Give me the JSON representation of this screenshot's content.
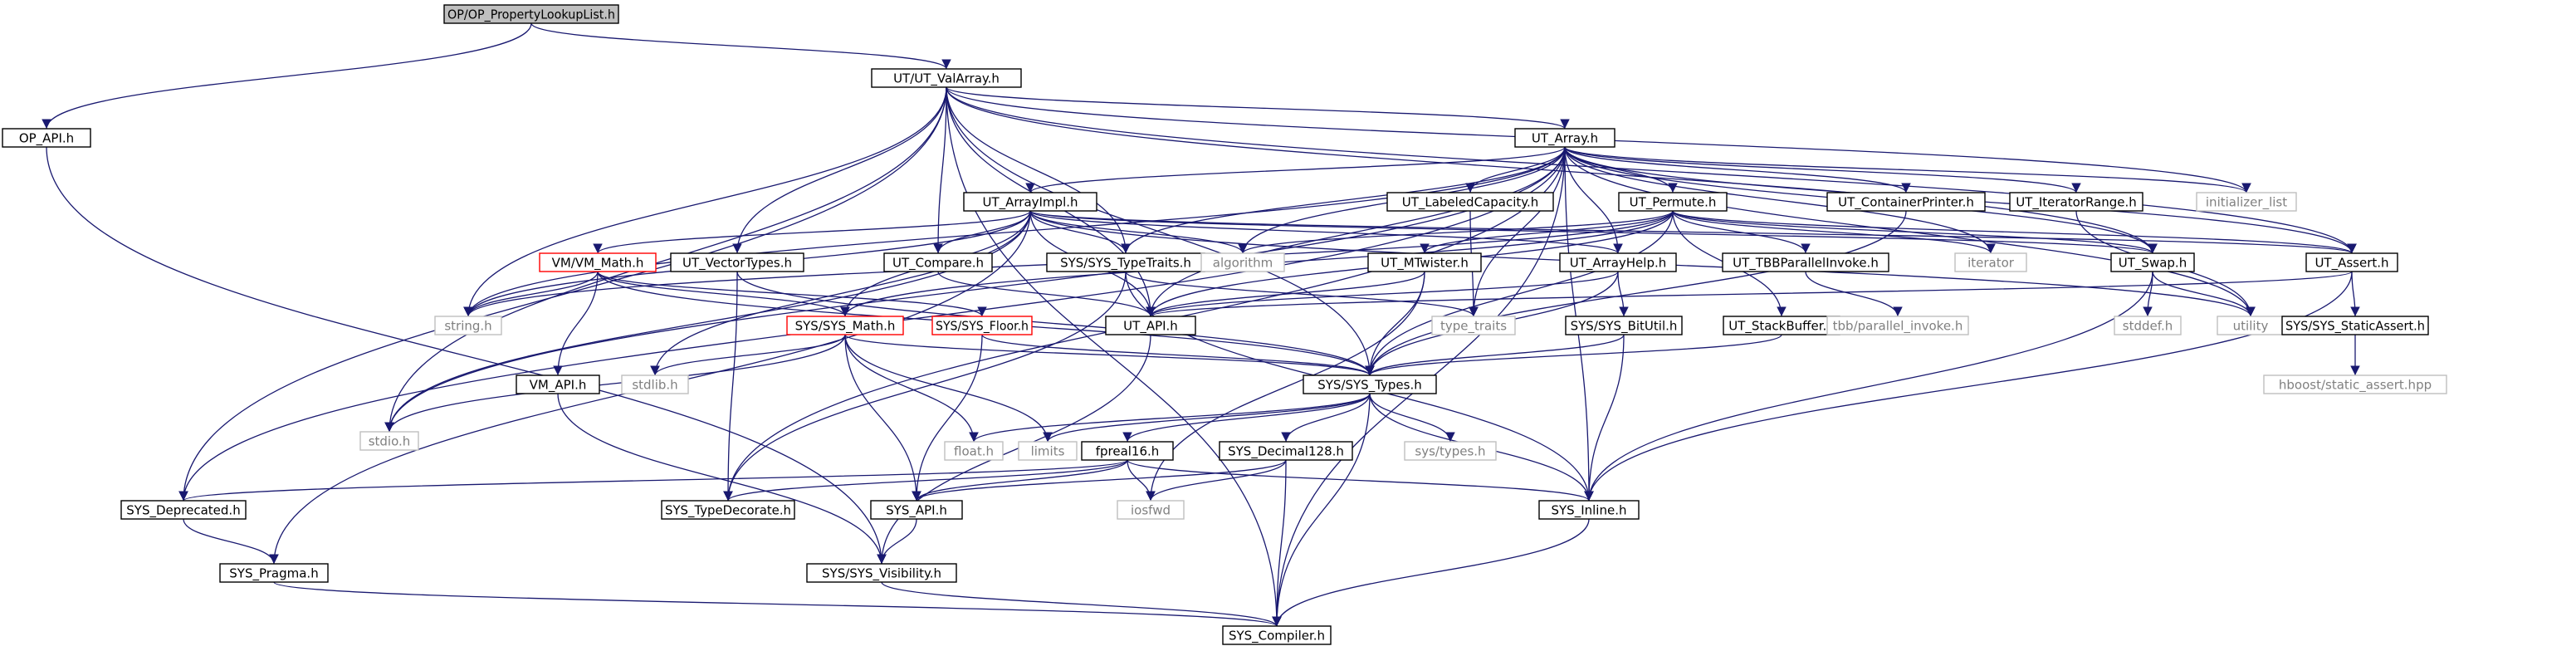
{
  "colors": {
    "edge": "#191970",
    "normal_border": "#000000",
    "normal_text": "#000000",
    "missing_border": "#bfbfbf",
    "missing_text": "#808080",
    "truncated_border": "#ff0000",
    "root_fill": "#bfbfbf",
    "fill": "#ffffff"
  },
  "nodes": [
    {
      "id": "root",
      "label": "OP/OP_PropertyLookupList.h",
      "kind": "root"
    },
    {
      "id": "op_api",
      "label": "OP_API.h",
      "kind": "normal"
    },
    {
      "id": "valarray",
      "label": "UT/UT_ValArray.h",
      "kind": "normal"
    },
    {
      "id": "ut_array",
      "label": "UT_Array.h",
      "kind": "normal"
    },
    {
      "id": "sys_deprecated",
      "label": "SYS_Deprecated.h",
      "kind": "normal"
    },
    {
      "id": "stdio",
      "label": "stdio.h",
      "kind": "missing"
    },
    {
      "id": "string",
      "label": "string.h",
      "kind": "missing"
    },
    {
      "id": "arrayimpl",
      "label": "UT_ArrayImpl.h",
      "kind": "normal"
    },
    {
      "id": "vectortypes",
      "label": "UT_VectorTypes.h",
      "kind": "normal"
    },
    {
      "id": "compare",
      "label": "UT_Compare.h",
      "kind": "normal"
    },
    {
      "id": "typetraits",
      "label": "SYS/SYS_TypeTraits.h",
      "kind": "normal"
    },
    {
      "id": "ut_api",
      "label": "UT_API.h",
      "kind": "normal"
    },
    {
      "id": "labeledcap",
      "label": "UT_LabeledCapacity.h",
      "kind": "normal"
    },
    {
      "id": "permute",
      "label": "UT_Permute.h",
      "kind": "normal"
    },
    {
      "id": "containerprinter",
      "label": "UT_ContainerPrinter.h",
      "kind": "normal"
    },
    {
      "id": "iteratorrange",
      "label": "UT_IteratorRange.h",
      "kind": "normal"
    },
    {
      "id": "init_list",
      "label": "initializer_list",
      "kind": "missing"
    },
    {
      "id": "swap",
      "label": "UT_Swap.h",
      "kind": "normal"
    },
    {
      "id": "assert",
      "label": "UT_Assert.h",
      "kind": "normal"
    },
    {
      "id": "utility",
      "label": "utility",
      "kind": "missing"
    },
    {
      "id": "iterator",
      "label": "iterator",
      "kind": "missing"
    },
    {
      "id": "algorithm",
      "label": "algorithm",
      "kind": "missing"
    },
    {
      "id": "vm_math",
      "label": "VM/VM_Math.h",
      "kind": "truncated"
    },
    {
      "id": "mtwister",
      "label": "UT_MTwister.h",
      "kind": "normal"
    },
    {
      "id": "arrayhelp",
      "label": "UT_ArrayHelp.h",
      "kind": "normal"
    },
    {
      "id": "tbbparallel",
      "label": "UT_TBBParallelInvoke.h",
      "kind": "normal"
    },
    {
      "id": "type_traits",
      "label": "type_traits",
      "kind": "missing"
    },
    {
      "id": "sys_math",
      "label": "SYS/SYS_Math.h",
      "kind": "truncated"
    },
    {
      "id": "sys_floor",
      "label": "SYS/SYS_Floor.h",
      "kind": "truncated"
    },
    {
      "id": "sys_bitutil",
      "label": "SYS/SYS_BitUtil.h",
      "kind": "normal"
    },
    {
      "id": "stackbuffer",
      "label": "UT_StackBuffer.h",
      "kind": "normal"
    },
    {
      "id": "tbb_invoke",
      "label": "tbb/parallel_invoke.h",
      "kind": "missing"
    },
    {
      "id": "stddef",
      "label": "stddef.h",
      "kind": "missing"
    },
    {
      "id": "staticassert",
      "label": "SYS/SYS_StaticAssert.h",
      "kind": "normal"
    },
    {
      "id": "stdlib",
      "label": "stdlib.h",
      "kind": "missing"
    },
    {
      "id": "vm_api",
      "label": "VM_API.h",
      "kind": "normal"
    },
    {
      "id": "sys_types",
      "label": "SYS/SYS_Types.h",
      "kind": "normal"
    },
    {
      "id": "hboost",
      "label": "hboost/static_assert.hpp",
      "kind": "missing"
    },
    {
      "id": "float",
      "label": "float.h",
      "kind": "missing"
    },
    {
      "id": "limits",
      "label": "limits",
      "kind": "missing"
    },
    {
      "id": "fpreal16",
      "label": "fpreal16.h",
      "kind": "normal"
    },
    {
      "id": "decimal128",
      "label": "SYS_Decimal128.h",
      "kind": "normal"
    },
    {
      "id": "systypes_h",
      "label": "sys/types.h",
      "kind": "missing"
    },
    {
      "id": "typedecorate",
      "label": "SYS_TypeDecorate.h",
      "kind": "normal"
    },
    {
      "id": "sys_api",
      "label": "SYS_API.h",
      "kind": "normal"
    },
    {
      "id": "iosfwd",
      "label": "iosfwd",
      "kind": "missing"
    },
    {
      "id": "sys_inline",
      "label": "SYS_Inline.h",
      "kind": "normal"
    },
    {
      "id": "sys_pragma",
      "label": "SYS_Pragma.h",
      "kind": "normal"
    },
    {
      "id": "visibility",
      "label": "SYS/SYS_Visibility.h",
      "kind": "normal"
    },
    {
      "id": "compiler",
      "label": "SYS_Compiler.h",
      "kind": "normal"
    }
  ],
  "edges": [
    [
      "root",
      "op_api"
    ],
    [
      "root",
      "valarray"
    ],
    [
      "op_api",
      "visibility"
    ],
    [
      "valarray",
      "ut_array"
    ],
    [
      "valarray",
      "sys_deprecated"
    ],
    [
      "valarray",
      "stdio"
    ],
    [
      "valarray",
      "string"
    ],
    [
      "valarray",
      "vectortypes"
    ],
    [
      "valarray",
      "compare"
    ],
    [
      "valarray",
      "typetraits"
    ],
    [
      "valarray",
      "ut_api"
    ],
    [
      "valarray",
      "swap"
    ],
    [
      "valarray",
      "assert"
    ],
    [
      "valarray",
      "init_list"
    ],
    [
      "valarray",
      "sys_types"
    ],
    [
      "valarray",
      "compiler"
    ],
    [
      "ut_array",
      "arrayimpl"
    ],
    [
      "ut_array",
      "labeledcap"
    ],
    [
      "ut_array",
      "permute"
    ],
    [
      "ut_array",
      "containerprinter"
    ],
    [
      "ut_array",
      "iteratorrange"
    ],
    [
      "ut_array",
      "init_list"
    ],
    [
      "ut_array",
      "swap"
    ],
    [
      "ut_array",
      "assert"
    ],
    [
      "ut_array",
      "utility"
    ],
    [
      "ut_array",
      "iterator"
    ],
    [
      "ut_array",
      "algorithm"
    ],
    [
      "ut_array",
      "typetraits"
    ],
    [
      "ut_array",
      "ut_api"
    ],
    [
      "ut_array",
      "arrayhelp"
    ],
    [
      "ut_array",
      "type_traits"
    ],
    [
      "ut_array",
      "sys_deprecated"
    ],
    [
      "ut_array",
      "stdio"
    ],
    [
      "ut_array",
      "string"
    ],
    [
      "ut_array",
      "typedecorate"
    ],
    [
      "ut_array",
      "compiler"
    ],
    [
      "ut_array",
      "sys_inline"
    ],
    [
      "arrayimpl",
      "vm_math"
    ],
    [
      "arrayimpl",
      "compare"
    ],
    [
      "arrayimpl",
      "typetraits"
    ],
    [
      "arrayimpl",
      "algorithm"
    ],
    [
      "arrayimpl",
      "arrayhelp"
    ],
    [
      "arrayimpl",
      "swap"
    ],
    [
      "arrayimpl",
      "assert"
    ],
    [
      "arrayimpl",
      "ut_api"
    ],
    [
      "arrayimpl",
      "sys_math"
    ],
    [
      "arrayimpl",
      "stdlib"
    ],
    [
      "arrayimpl",
      "string"
    ],
    [
      "arrayimpl",
      "stdio"
    ],
    [
      "arrayimpl",
      "sys_pragma"
    ],
    [
      "arrayimpl",
      "utility"
    ],
    [
      "vectortypes",
      "sys_types"
    ],
    [
      "vectortypes",
      "typedecorate"
    ],
    [
      "compare",
      "ut_api"
    ],
    [
      "typetraits",
      "type_traits"
    ],
    [
      "typetraits",
      "sys_inline"
    ],
    [
      "typetraits",
      "typedecorate"
    ],
    [
      "ut_api",
      "visibility"
    ],
    [
      "labeledcap",
      "type_traits"
    ],
    [
      "permute",
      "mtwister"
    ],
    [
      "permute",
      "tbbparallel"
    ],
    [
      "permute",
      "stackbuffer"
    ],
    [
      "permute",
      "swap"
    ],
    [
      "permute",
      "assert"
    ],
    [
      "permute",
      "iterator"
    ],
    [
      "permute",
      "algorithm"
    ],
    [
      "permute",
      "ut_api"
    ],
    [
      "permute",
      "sys_math"
    ],
    [
      "permute",
      "string"
    ],
    [
      "permute",
      "sys_types"
    ],
    [
      "containerprinter",
      "sys_types"
    ],
    [
      "iteratorrange",
      "utility"
    ],
    [
      "swap",
      "stddef"
    ],
    [
      "swap",
      "utility"
    ],
    [
      "swap",
      "sys_inline"
    ],
    [
      "assert",
      "ut_api"
    ],
    [
      "assert",
      "staticassert"
    ],
    [
      "assert",
      "sys_inline"
    ],
    [
      "vm_math",
      "vm_api"
    ],
    [
      "vm_math",
      "sys_math"
    ],
    [
      "vm_math",
      "sys_floor"
    ],
    [
      "vm_math",
      "sys_types"
    ],
    [
      "vm_math",
      "string"
    ],
    [
      "mtwister",
      "ut_api"
    ],
    [
      "mtwister",
      "sys_types"
    ],
    [
      "mtwister",
      "iosfwd"
    ],
    [
      "arrayhelp",
      "ut_api"
    ],
    [
      "arrayhelp",
      "sys_bitutil"
    ],
    [
      "arrayhelp",
      "sys_types"
    ],
    [
      "tbbparallel",
      "tbb_invoke"
    ],
    [
      "sys_math",
      "sys_types"
    ],
    [
      "sys_math",
      "float"
    ],
    [
      "sys_math",
      "limits"
    ],
    [
      "sys_math",
      "stdio"
    ],
    [
      "sys_math",
      "stdlib"
    ],
    [
      "sys_math",
      "sys_api"
    ],
    [
      "sys_floor",
      "sys_types"
    ],
    [
      "sys_floor",
      "sys_api"
    ],
    [
      "sys_bitutil",
      "sys_types"
    ],
    [
      "sys_bitutil",
      "sys_inline"
    ],
    [
      "stackbuffer",
      "sys_types"
    ],
    [
      "staticassert",
      "hboost"
    ],
    [
      "vm_api",
      "visibility"
    ],
    [
      "sys_types",
      "float"
    ],
    [
      "sys_types",
      "limits"
    ],
    [
      "sys_types",
      "fpreal16"
    ],
    [
      "sys_types",
      "decimal128"
    ],
    [
      "sys_types",
      "systypes_h"
    ],
    [
      "sys_types",
      "sys_inline"
    ],
    [
      "sys_types",
      "compiler"
    ],
    [
      "fpreal16",
      "sys_api"
    ],
    [
      "fpreal16",
      "typedecorate"
    ],
    [
      "fpreal16",
      "iosfwd"
    ],
    [
      "fpreal16",
      "sys_deprecated"
    ],
    [
      "fpreal16",
      "sys_inline"
    ],
    [
      "decimal128",
      "sys_api"
    ],
    [
      "decimal128",
      "iosfwd"
    ],
    [
      "decimal128",
      "compiler"
    ],
    [
      "sys_api",
      "visibility"
    ],
    [
      "sys_inline",
      "compiler"
    ],
    [
      "sys_deprecated",
      "sys_pragma"
    ],
    [
      "sys_pragma",
      "compiler"
    ],
    [
      "visibility",
      "compiler"
    ]
  ]
}
